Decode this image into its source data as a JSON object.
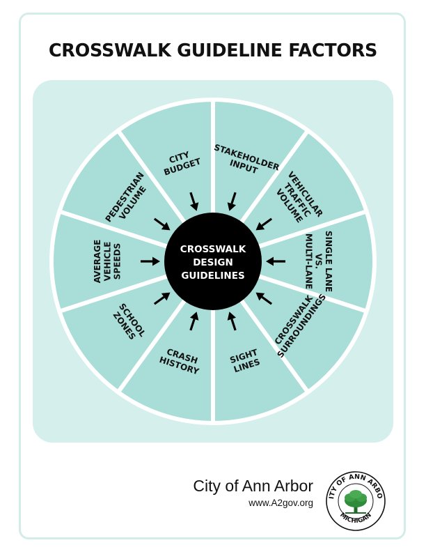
{
  "title": "CROSSWALK GUIDELINE FACTORS",
  "center_label": [
    "CROSSWALK",
    "DESIGN",
    "GUIDELINES"
  ],
  "factors": [
    {
      "lines": [
        "STAKEHOLDER",
        "INPUT"
      ]
    },
    {
      "lines": [
        "VEHICULAR",
        "TRAFFIC",
        "VOLUME"
      ]
    },
    {
      "lines": [
        "SINGLE LANE",
        "VS.",
        "MULTI-LANE"
      ]
    },
    {
      "lines": [
        "CROSSWALK",
        "SURROUNDINGS"
      ]
    },
    {
      "lines": [
        "SIGHT",
        "LINES"
      ]
    },
    {
      "lines": [
        "CRASH",
        "HISTORY"
      ]
    },
    {
      "lines": [
        "SCHOOL",
        "ZONES"
      ]
    },
    {
      "lines": [
        "AVERAGE",
        "VEHICLE",
        "SPEEDS"
      ]
    },
    {
      "lines": [
        "PEDESTRIAN",
        "VOLUME"
      ]
    },
    {
      "lines": [
        "CITY",
        "BUDGET"
      ]
    }
  ],
  "footer": {
    "city_name": "City of Ann Arbor",
    "url": "www.A2gov.org",
    "seal_top_text": "CITY OF ANN ARBOR",
    "seal_bottom_text": "MICHIGAN"
  },
  "colors": {
    "panel": "#d5efec",
    "segment": "#a9ddd8",
    "divider": "#ffffff",
    "hub": "#000000",
    "text": "#111111"
  }
}
